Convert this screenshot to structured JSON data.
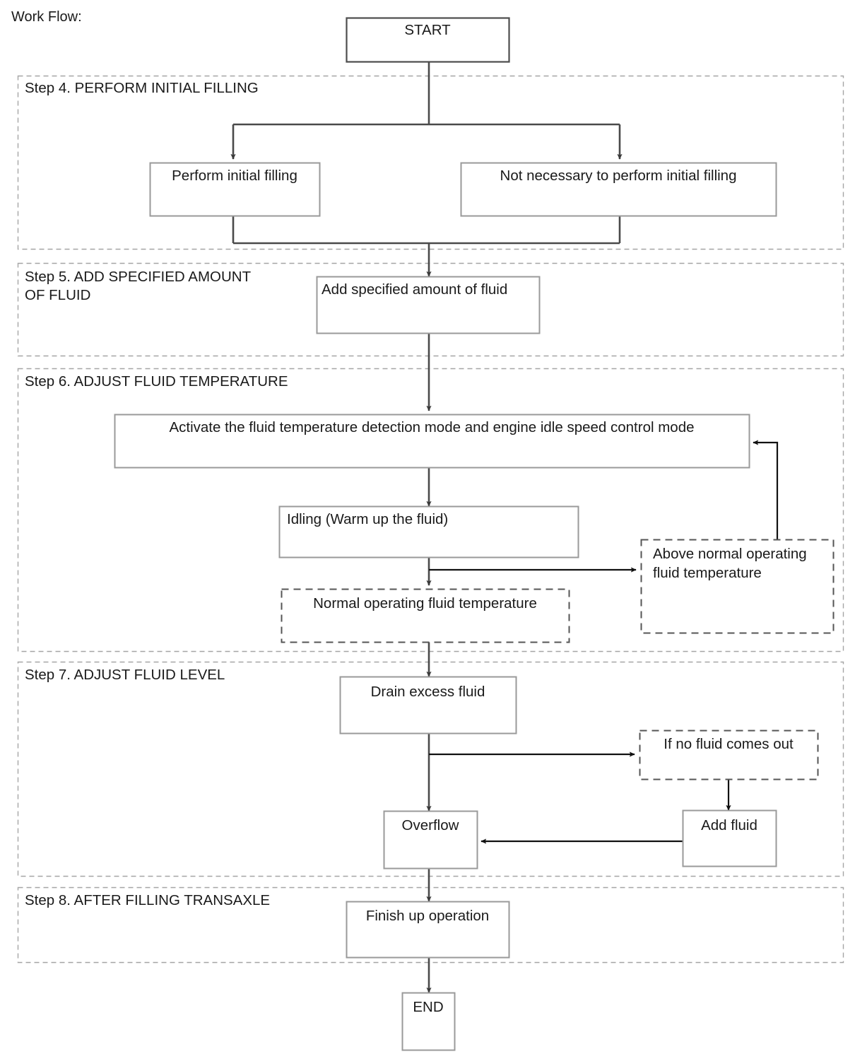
{
  "diagram": {
    "title": "Work Flow:",
    "type": "flowchart",
    "terminators": {
      "start": "START",
      "end": "END"
    },
    "steps": [
      {
        "id": "step4",
        "label": "Step 4. PERFORM INITIAL FILLING"
      },
      {
        "id": "step5",
        "label": "Step 5. ADD SPECIFIED AMOUNT\nOF FLUID",
        "line1": "Step 5. ADD SPECIFIED AMOUNT",
        "line2": "OF FLUID"
      },
      {
        "id": "step6",
        "label": "Step 6. ADJUST FLUID TEMPERATURE"
      },
      {
        "id": "step7",
        "label": "Step 7. ADJUST FLUID LEVEL"
      },
      {
        "id": "step8",
        "label": "Step 8. AFTER FILLING TRANSAXLE"
      }
    ],
    "nodes": [
      {
        "id": "start",
        "label": "START",
        "shape": "solid-box",
        "step": null
      },
      {
        "id": "perform_initial_filling",
        "label": "Perform initial filling",
        "shape": "solid-box",
        "step": "step4"
      },
      {
        "id": "not_necessary",
        "label": "Not necessary to perform initial filling",
        "shape": "solid-box",
        "step": "step4"
      },
      {
        "id": "add_specified",
        "label": "Add specified amount of fluid",
        "shape": "solid-box",
        "step": "step5"
      },
      {
        "id": "activate_modes",
        "label": "Activate the fluid temperature detection mode and engine idle speed control mode",
        "shape": "solid-box",
        "step": "step6"
      },
      {
        "id": "idling",
        "label": "Idling (Warm up the fluid)",
        "shape": "solid-box",
        "step": "step6"
      },
      {
        "id": "normal_temp",
        "label": "Normal operating fluid temperature",
        "shape": "dashed-box",
        "step": "step6"
      },
      {
        "id": "above_normal_temp",
        "label": "Above normal operating\nfluid temperature",
        "line1": "Above normal operating",
        "line2": "fluid temperature",
        "shape": "dashed-box",
        "step": "step6"
      },
      {
        "id": "drain_excess",
        "label": "Drain excess fluid",
        "shape": "solid-box",
        "step": "step7"
      },
      {
        "id": "if_no_fluid",
        "label": "If no fluid comes out",
        "shape": "dashed-box",
        "step": "step7"
      },
      {
        "id": "overflow",
        "label": "Overflow",
        "shape": "solid-box",
        "step": "step7"
      },
      {
        "id": "add_fluid",
        "label": "Add fluid",
        "shape": "solid-box",
        "step": "step7"
      },
      {
        "id": "finish_up",
        "label": "Finish up operation",
        "shape": "solid-box",
        "step": "step8"
      },
      {
        "id": "end",
        "label": "END",
        "shape": "solid-box",
        "step": null
      }
    ],
    "edges": [
      {
        "from": "start",
        "to": "perform_initial_filling",
        "arrow": true
      },
      {
        "from": "start",
        "to": "not_necessary",
        "arrow": true
      },
      {
        "from": "perform_initial_filling",
        "to": "add_specified",
        "arrow": true
      },
      {
        "from": "not_necessary",
        "to": "add_specified",
        "arrow": true
      },
      {
        "from": "add_specified",
        "to": "activate_modes",
        "arrow": true
      },
      {
        "from": "activate_modes",
        "to": "idling",
        "arrow": true
      },
      {
        "from": "idling",
        "to": "normal_temp",
        "arrow": true
      },
      {
        "from": "idling",
        "to": "above_normal_temp",
        "arrow": true
      },
      {
        "from": "above_normal_temp",
        "to": "activate_modes",
        "arrow": true
      },
      {
        "from": "normal_temp",
        "to": "drain_excess",
        "arrow": true
      },
      {
        "from": "drain_excess",
        "to": "overflow",
        "arrow": true
      },
      {
        "from": "drain_excess",
        "to": "if_no_fluid",
        "arrow": true
      },
      {
        "from": "if_no_fluid",
        "to": "add_fluid",
        "arrow": true
      },
      {
        "from": "add_fluid",
        "to": "overflow",
        "arrow": true
      },
      {
        "from": "overflow",
        "to": "finish_up",
        "arrow": true
      },
      {
        "from": "finish_up",
        "to": "end",
        "arrow": true
      }
    ],
    "colors": {
      "background": "#ffffff",
      "text": "#1a1a1a",
      "box_stroke": "#8c8c8c",
      "box_stroke_strong": "#4d4d4d",
      "dashed_stroke": "#6e6e6e",
      "container_stroke": "#9a9a9a",
      "connector": "#4a4a4a",
      "connector_thin": "#1a1a1a"
    }
  }
}
